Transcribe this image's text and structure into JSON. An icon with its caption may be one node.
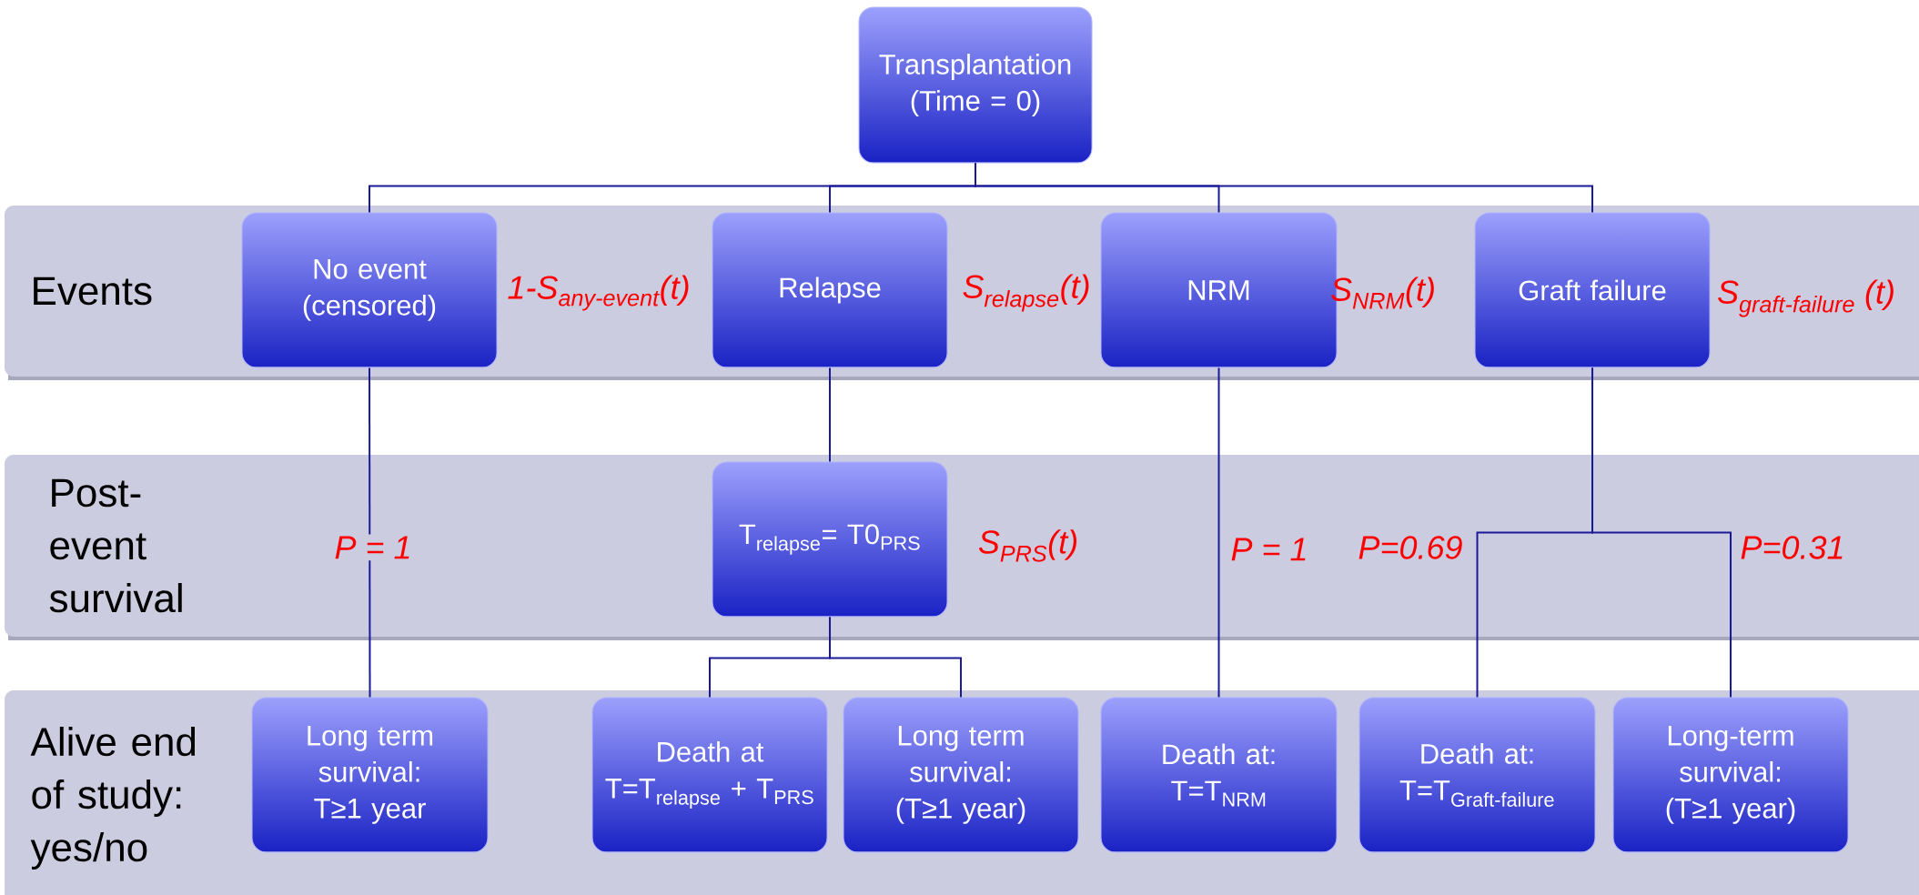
{
  "diagram": {
    "nodes": [
      {
        "text": [
          "Transplantation (Time = 0)"
        ]
      },
      {
        "text": [
          "Events"
        ]
      },
      {
        "text": [
          "No event (censored)"
        ],
        "in": 1,
        "beside": [
          "1-S$_{any-event}$(t)"
        ]
      },
      {
        "text": [
          "Relapse"
        ],
        "in": 1,
        "beside": [
          "S$_{relapse}$(t)"
        ]
      },
      {
        "text": [
          "NRM"
        ],
        "in": 1,
        "beside": [
          "S$_{NRM}$(t)"
        ]
      },
      {
        "text": [
          "Graft failure"
        ],
        "in": 1,
        "beside": [
          "\\text{S}_{\\text{graft-failure}}\\ \\text{(t)}"
        ]
      },
      {
        "text": [
          "Post-event survival"
        ]
      },
      {
        "text": [
          "T$_{relapse}$= T0$_{PRS}$"
        ],
        "in": 6,
        "beside": [
          "S$_{PRS}$(t)"
        ]
      },
      {
        "text": [
          "Alive end of study: yes/no"
        ]
      },
      {
        "text": [
          "Long term survival: T≥1 year"
        ],
        "in": 8
      },
      {
        "text": [
          "Death at T=T$_{relapse}$ + T$_{PRS}$"
        ],
        "in": 8
      },
      {
        "text": [
          "Long term survival: (T≥1 year)"
        ],
        "in": 8
      },
      {
        "text": [
          "Death at: T=T$_{NRM}$"
        ],
        "in": 8
      },
      {
        "text": [
          "Death at:",
          "\\text{T=T}_{\\text{Graft-failure}}"
        ],
        "in": 8
      },
      {
        "text": [
          "Long-term survival: (T≥1 year)"
        ],
        "in": 8
      }
    ],
    "edges": [
      {
        "from": 0,
        "to": 2,
        "arrow": "none"
      },
      {
        "from": 0,
        "to": 3,
        "arrow": "none"
      },
      {
        "from": 0,
        "to": 4,
        "arrow": "none"
      },
      {
        "from": 0,
        "to": 5,
        "arrow": "none"
      },
      {
        "from": 2,
        "to": 9,
        "arrow": "none",
        "label": "P = 1"
      },
      {
        "from": 3,
        "to": 7,
        "arrow": "none"
      },
      {
        "from": 7,
        "to": 10,
        "arrow": "none"
      },
      {
        "from": 7,
        "to": 11,
        "arrow": "none"
      },
      {
        "from": 4,
        "to": 12,
        "arrow": "none",
        "label": "P = 1"
      },
      {
        "from": 5,
        "to": 13,
        "arrow": "none",
        "label": "P=0.69"
      },
      {
        "from": 5,
        "to": 14,
        "arrow": "none",
        "label": "P=0.31"
      }
    ]
  }
}
